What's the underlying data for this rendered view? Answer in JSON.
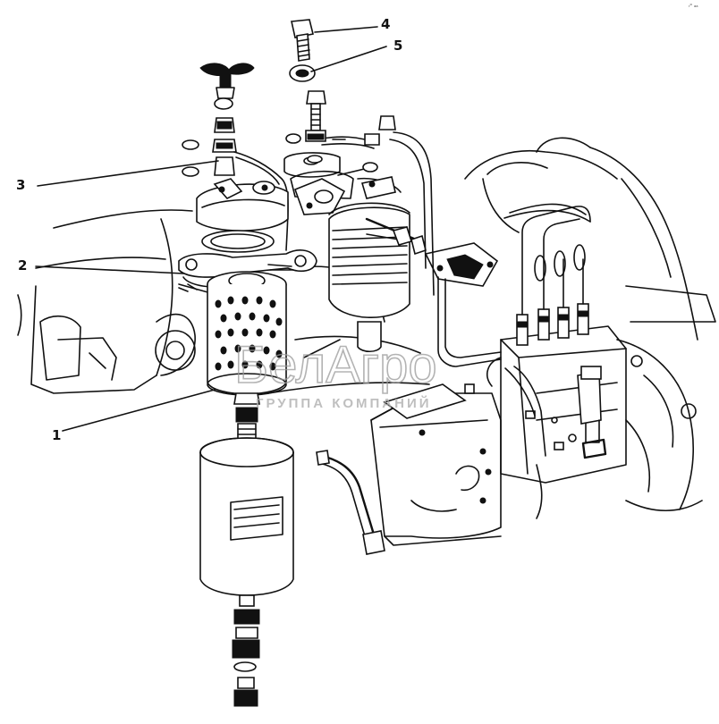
{
  "callouts": [
    {
      "id": "1",
      "label": "1"
    },
    {
      "id": "2",
      "label": "2"
    },
    {
      "id": "3",
      "label": "3"
    },
    {
      "id": "4",
      "label": "4"
    },
    {
      "id": "5",
      "label": "5"
    }
  ],
  "watermark": {
    "brand": "БелАгро",
    "subtitle": "ГРУППА КОМПАНИЙ"
  },
  "corner_mark": "ᵣᵒ ₐₐ"
}
